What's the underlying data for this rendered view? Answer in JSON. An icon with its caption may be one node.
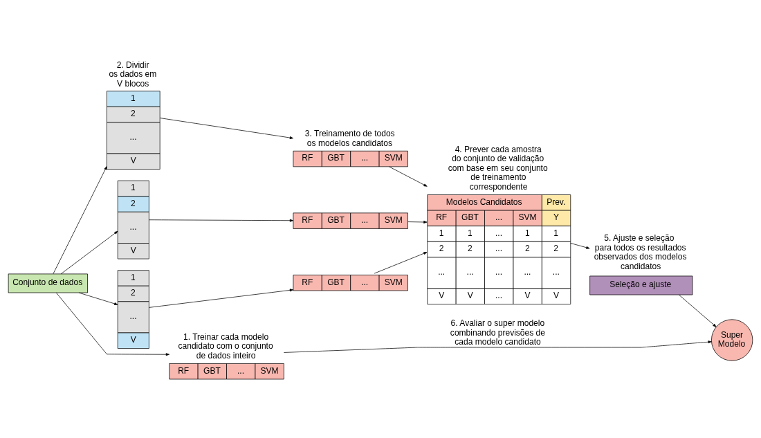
{
  "diagram": {
    "nodes": [
      {
        "text": [
          "Conjunto de dados"
        ]
      },
      {
        "text": [
          "1",
          "2",
          "...",
          "V"
        ],
        "beside": [
          "2. Dividir os dados em V blocos"
        ]
      },
      {
        "text": [
          "1",
          "2",
          "...",
          "V"
        ]
      },
      {
        "text": [
          "1",
          "2",
          "...",
          "V"
        ]
      },
      {
        "text": [
          "RF",
          "GBT",
          "...",
          "SVM"
        ],
        "beside": [
          "3. Treinamento de todos os modelos candidatos"
        ]
      },
      {
        "text": [
          "RF",
          "GBT",
          "...",
          "SVM"
        ]
      },
      {
        "text": [
          "RF",
          "GBT",
          "...",
          "SVM"
        ]
      },
      {
        "text": [
          "RF",
          "GBT",
          "...",
          "SVM"
        ],
        "beside": [
          "1. Treinar cada modelo candidato com o conjunto de dados inteiro"
        ]
      },
      {
        "text": [
          "Modelos Candidatos",
          "Prev.",
          "RF",
          "GBT",
          "...",
          "SVM",
          "Y",
          "1",
          "1",
          "...",
          "1",
          "1",
          "2",
          "2",
          "...",
          "2",
          "2",
          "...",
          "...",
          "...",
          "...",
          "...",
          "V",
          "V",
          "...",
          "V",
          "V"
        ],
        "beside": [
          "4. Prever cada amostra do conjunto de validação com base em seu conjunto de treinamento correspondente"
        ]
      },
      {
        "text": [
          "Seleção e ajuste"
        ],
        "beside": [
          "5. Ajuste e seleção  para todos os resultados observados dos modelos candidatos"
        ]
      },
      {
        "text": [
          "Super Modelo"
        ]
      }
    ],
    "edges": [
      {
        "from": 0,
        "to": 1,
        "arrow": "to"
      },
      {
        "from": 0,
        "to": 2,
        "arrow": "to"
      },
      {
        "from": 0,
        "to": 3,
        "arrow": "to"
      },
      {
        "from": 0,
        "to": 7,
        "arrow": "to"
      },
      {
        "from": 1,
        "to": 4,
        "arrow": "to"
      },
      {
        "from": 2,
        "to": 5,
        "arrow": "to"
      },
      {
        "from": 3,
        "to": 6,
        "arrow": "to"
      },
      {
        "from": 4,
        "to": 8,
        "arrow": "to"
      },
      {
        "from": 5,
        "to": 8,
        "arrow": "to"
      },
      {
        "from": 6,
        "to": 8,
        "arrow": "to"
      },
      {
        "from": 8,
        "to": 9,
        "arrow": "to"
      },
      {
        "from": 9,
        "to": 10,
        "arrow": "to"
      },
      {
        "from": 7,
        "to": 10,
        "arrow": "to",
        "label": "6. Avaliar o super modelo combinando previsões de cada modelo candidato"
      }
    ]
  }
}
